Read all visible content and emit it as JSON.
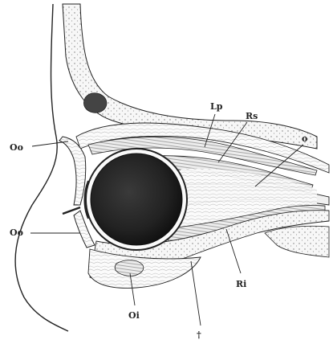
{
  "labels": {
    "oo_upper": "Oo",
    "oo_lower": "Oo",
    "lp": "Lp",
    "rs": "Rs",
    "o": "o",
    "ri": "Ri",
    "oi": "Oi",
    "dagger": "†"
  },
  "colors": {
    "ink": "#222222",
    "paper": "#ffffff",
    "eyeball_dark": "#2b2b2b",
    "hatch": "#8a8a8a"
  }
}
